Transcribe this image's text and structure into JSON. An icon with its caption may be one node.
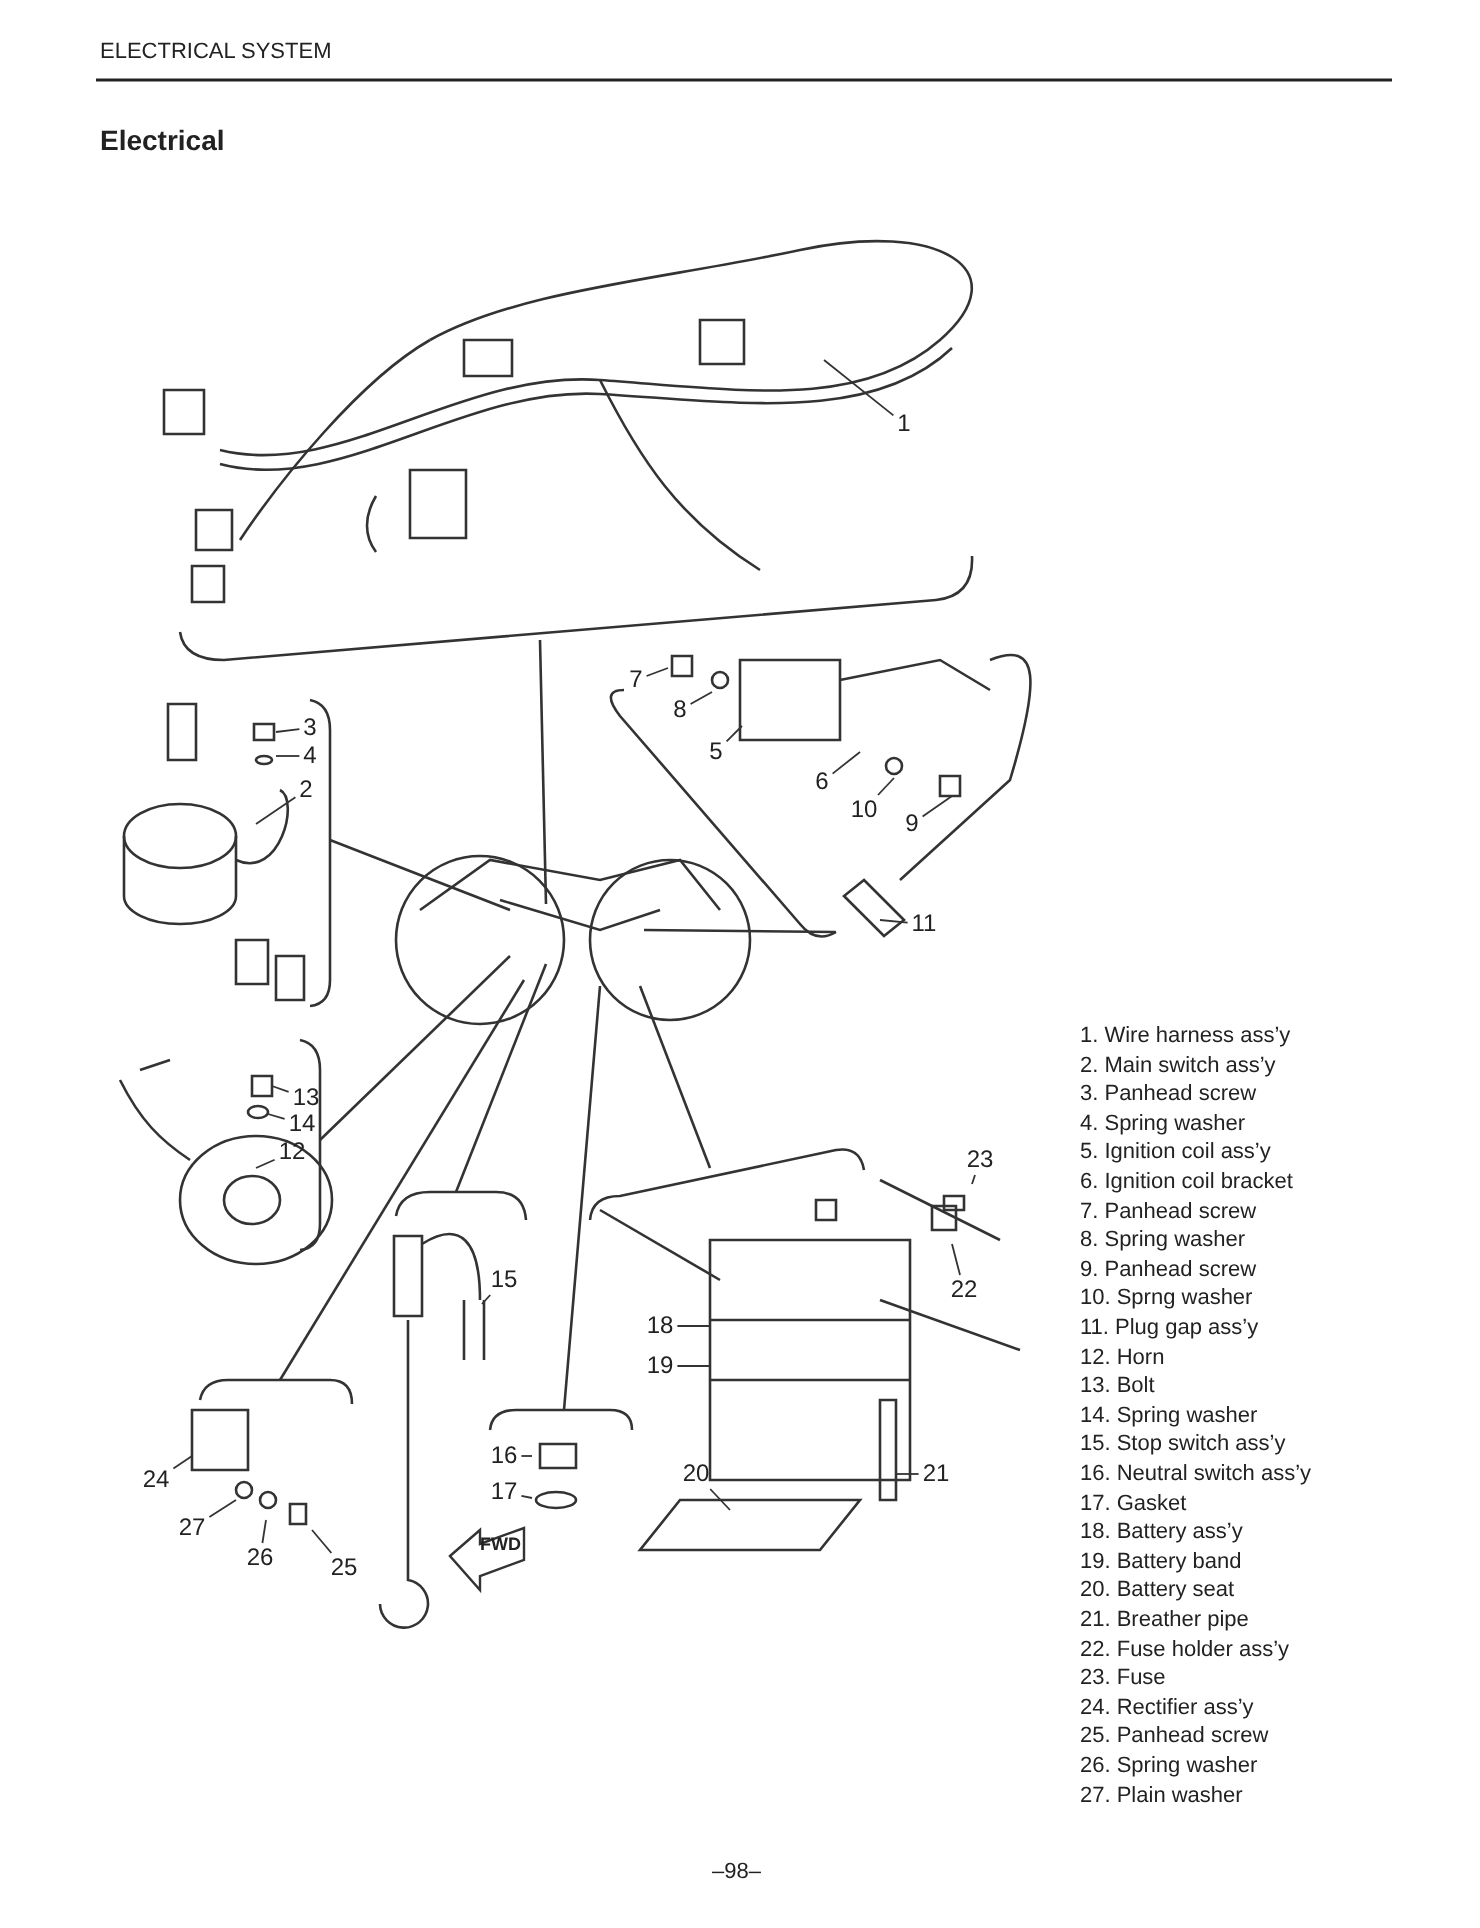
{
  "diagram": {
    "title": "Electrical",
    "nodes": [
      {
        "text": [
          "1"
        ]
      },
      {
        "text": [
          "2"
        ]
      },
      {
        "text": [
          "3"
        ]
      },
      {
        "text": [
          "4"
        ]
      },
      {
        "text": [
          "5"
        ]
      },
      {
        "text": [
          "6"
        ]
      },
      {
        "text": [
          "7"
        ]
      },
      {
        "text": [
          "8"
        ]
      },
      {
        "text": [
          "9"
        ]
      },
      {
        "text": [
          "10"
        ]
      },
      {
        "text": [
          "11"
        ]
      },
      {
        "text": [
          "12"
        ]
      },
      {
        "text": [
          "13"
        ]
      },
      {
        "text": [
          "14"
        ]
      },
      {
        "text": [
          "15"
        ]
      },
      {
        "text": [
          "16"
        ]
      },
      {
        "text": [
          "17"
        ]
      },
      {
        "text": [
          "18"
        ]
      },
      {
        "text": [
          "19"
        ]
      },
      {
        "text": [
          "20"
        ]
      },
      {
        "text": [
          "21"
        ]
      },
      {
        "text": [
          "22"
        ]
      },
      {
        "text": [
          "23"
        ]
      },
      {
        "text": [
          "24"
        ]
      },
      {
        "text": [
          "25"
        ]
      },
      {
        "text": [
          "26"
        ]
      },
      {
        "text": [
          "27"
        ]
      }
    ],
    "edges": [
      {
        "from": 0,
        "to": null,
        "arrow": "none"
      },
      {
        "from": 1,
        "to": null,
        "arrow": "none"
      },
      {
        "from": 2,
        "to": null,
        "arrow": "none"
      },
      {
        "from": 3,
        "to": null,
        "arrow": "none"
      },
      {
        "from": 4,
        "to": null,
        "arrow": "none"
      },
      {
        "from": 5,
        "to": null,
        "arrow": "none"
      },
      {
        "from": 6,
        "to": null,
        "arrow": "none"
      },
      {
        "from": 7,
        "to": null,
        "arrow": "none"
      },
      {
        "from": 8,
        "to": null,
        "arrow": "none"
      },
      {
        "from": 9,
        "to": null,
        "arrow": "none"
      },
      {
        "from": 10,
        "to": null,
        "arrow": "none"
      },
      {
        "from": 11,
        "to": null,
        "arrow": "none"
      },
      {
        "from": 12,
        "to": null,
        "arrow": "none"
      },
      {
        "from": 13,
        "to": null,
        "arrow": "none"
      },
      {
        "from": 14,
        "to": null,
        "arrow": "none"
      },
      {
        "from": 15,
        "to": null,
        "arrow": "none"
      },
      {
        "from": 16,
        "to": null,
        "arrow": "none"
      },
      {
        "from": 17,
        "to": null,
        "arrow": "none"
      },
      {
        "from": 18,
        "to": null,
        "arrow": "none"
      },
      {
        "from": 19,
        "to": null,
        "arrow": "none"
      },
      {
        "from": 20,
        "to": null,
        "arrow": "none"
      },
      {
        "from": 21,
        "to": null,
        "arrow": "none"
      },
      {
        "from": 22,
        "to": null,
        "arrow": "none"
      },
      {
        "from": 23,
        "to": null,
        "arrow": "none"
      },
      {
        "from": 24,
        "to": null,
        "arrow": "none"
      },
      {
        "from": 25,
        "to": null,
        "arrow": "none"
      },
      {
        "from": 26,
        "to": null,
        "arrow": "none"
      }
    ],
    "labels": [
      "ELECTRICAL SYSTEM",
      "FWD",
      "1. Wire harness ass’y",
      "2. Main switch ass’y",
      "3. Panhead screw",
      "4. Spring washer",
      "5. Ignition coil ass’y",
      "6. Ignition coil bracket",
      "7. Panhead screw",
      "8. Spring washer",
      "9. Panhead screw",
      "10. Sprng washer",
      "11. Plug gap ass’y",
      "12. Horn",
      "13. Bolt",
      "14. Spring washer",
      "15. Stop switch ass’y",
      "16. Neutral switch ass’y",
      "17. Gasket",
      "18. Battery ass’y",
      "19. Battery band",
      "20. Battery seat",
      "21. Breather pipe",
      "22. Fuse holder ass’y",
      "23. Fuse",
      "24. Rectifier ass’y",
      "25. Panhead screw",
      "26. Spring washer",
      "27. Plain washer",
      "–98–"
    ]
  }
}
